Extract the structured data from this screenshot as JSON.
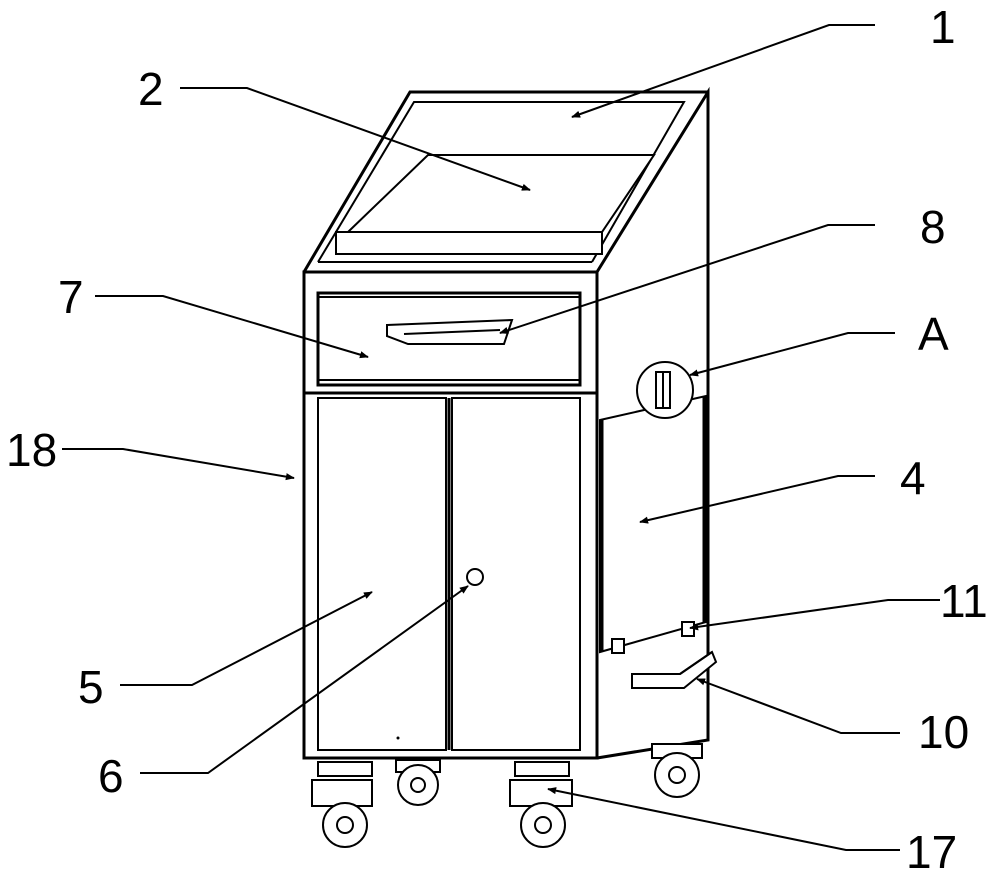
{
  "figure": {
    "labels": [
      "1",
      "2",
      "8",
      "7",
      "A",
      "18",
      "4",
      "11",
      "5",
      "10",
      "6",
      "17"
    ]
  }
}
